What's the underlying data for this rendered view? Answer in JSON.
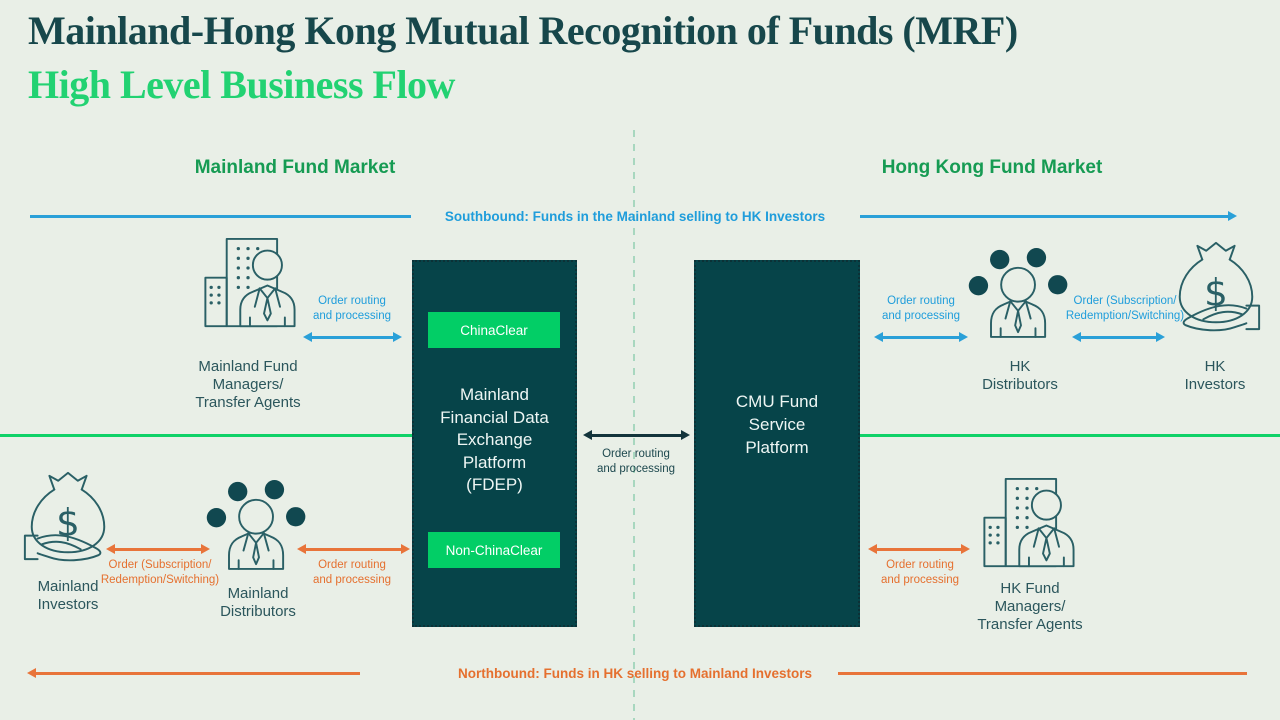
{
  "title": "Mainland-Hong Kong Mutual Recognition of Funds (MRF)",
  "subtitle": "High Level Business Flow",
  "markets": {
    "mainland": "Mainland Fund Market",
    "hong_kong": "Hong Kong Fund Market"
  },
  "flow_banners": {
    "southbound": "Southbound: Funds in the Mainland selling to HK Investors",
    "northbound": "Northbound: Funds in HK selling to Mainland Investors"
  },
  "platforms": {
    "fdep": {
      "name": [
        "Mainland",
        "Financial Data",
        "Exchange",
        "Platform",
        "(FDEP)"
      ],
      "tag_top": "ChinaClear",
      "tag_bottom": "Non-ChinaClear"
    },
    "cmu": {
      "name": [
        "CMU Fund",
        "Service",
        "Platform"
      ]
    }
  },
  "actors": {
    "mainland_fund_managers": [
      "Mainland Fund",
      "Managers/",
      "Transfer Agents"
    ],
    "mainland_distributors": [
      "Mainland",
      "Distributors"
    ],
    "mainland_investors": [
      "Mainland",
      "Investors"
    ],
    "hk_distributors": [
      "HK",
      "Distributors"
    ],
    "hk_investors": [
      "HK",
      "Investors"
    ],
    "hk_fund_managers": [
      "HK Fund",
      "Managers/",
      "Transfer Agents"
    ]
  },
  "arrow_labels": {
    "order_routing": [
      "Order routing",
      "and processing"
    ],
    "order_subscription": [
      "Order (Subscription/",
      "Redemption/Switching)"
    ]
  },
  "icon_text": {
    "currency": "$"
  },
  "colors": {
    "background": "#e9efe7",
    "title_dark_teal": "#17474b",
    "subtitle_green": "#22d272",
    "header_green": "#169b53",
    "button_green": "#02ce66",
    "divider_green": "#0fd268",
    "flow_blue": "#2aa0d8",
    "flow_orange": "#e8743a",
    "platform_box": "#064449",
    "icon_stroke": "#2a6066"
  }
}
